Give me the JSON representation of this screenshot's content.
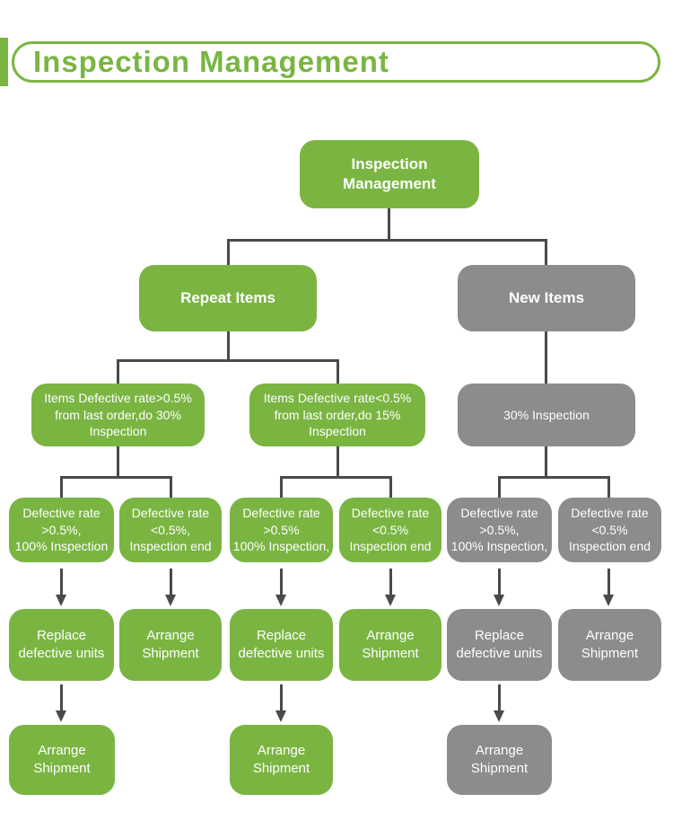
{
  "header": {
    "title": "Inspection Management"
  },
  "colors": {
    "accent_green": "#7AB542",
    "branch_gray": "#8D8B8C",
    "connector": "#4A4A4A",
    "node_text": "#FFFFFF",
    "background": "#FFFFFF"
  },
  "nodes": {
    "root": {
      "lines": [
        "Inspection",
        "Management"
      ]
    },
    "repeat_items": {
      "lines": [
        "Repeat Items"
      ]
    },
    "new_items": {
      "lines": [
        "New Items"
      ]
    },
    "repeat_high": {
      "lines": [
        "Items Defective rate>0.5%",
        "from last order,do 30%",
        "Inspection"
      ]
    },
    "repeat_low": {
      "lines": [
        "Items Defective rate<0.5%",
        "from last order,do 15%",
        "Inspection"
      ]
    },
    "new_insp": {
      "lines": [
        "30% Inspection"
      ]
    },
    "r4": [
      {
        "lines": [
          "Defective rate",
          ">0.5%,",
          "100% Inspection"
        ]
      },
      {
        "lines": [
          "Defective rate",
          "<0.5%,",
          "Inspection end"
        ]
      },
      {
        "lines": [
          "Defective rate",
          ">0.5%",
          "100% Inspection,"
        ]
      },
      {
        "lines": [
          "Defective rate",
          "<0.5%",
          "Inspection end"
        ]
      },
      {
        "lines": [
          "Defective rate",
          ">0.5%,",
          "100% Inspection,"
        ]
      },
      {
        "lines": [
          "Defective rate",
          "<0.5%",
          "Inspection end"
        ]
      }
    ],
    "r5": [
      {
        "lines": [
          "Replace",
          "defective units"
        ]
      },
      {
        "lines": [
          "Arrange",
          "Shipment"
        ]
      },
      {
        "lines": [
          "Replace",
          "defective units"
        ]
      },
      {
        "lines": [
          "Arrange",
          "Shipment"
        ]
      },
      {
        "lines": [
          "Replace",
          "defective units"
        ]
      },
      {
        "lines": [
          "Arrange",
          "Shipment"
        ]
      }
    ],
    "r6": [
      {
        "lines": [
          "Arrange",
          "Shipment"
        ]
      },
      {
        "lines": [
          "Arrange",
          "Shipment"
        ]
      },
      {
        "lines": [
          "Arrange",
          "Shipment"
        ]
      }
    ]
  }
}
